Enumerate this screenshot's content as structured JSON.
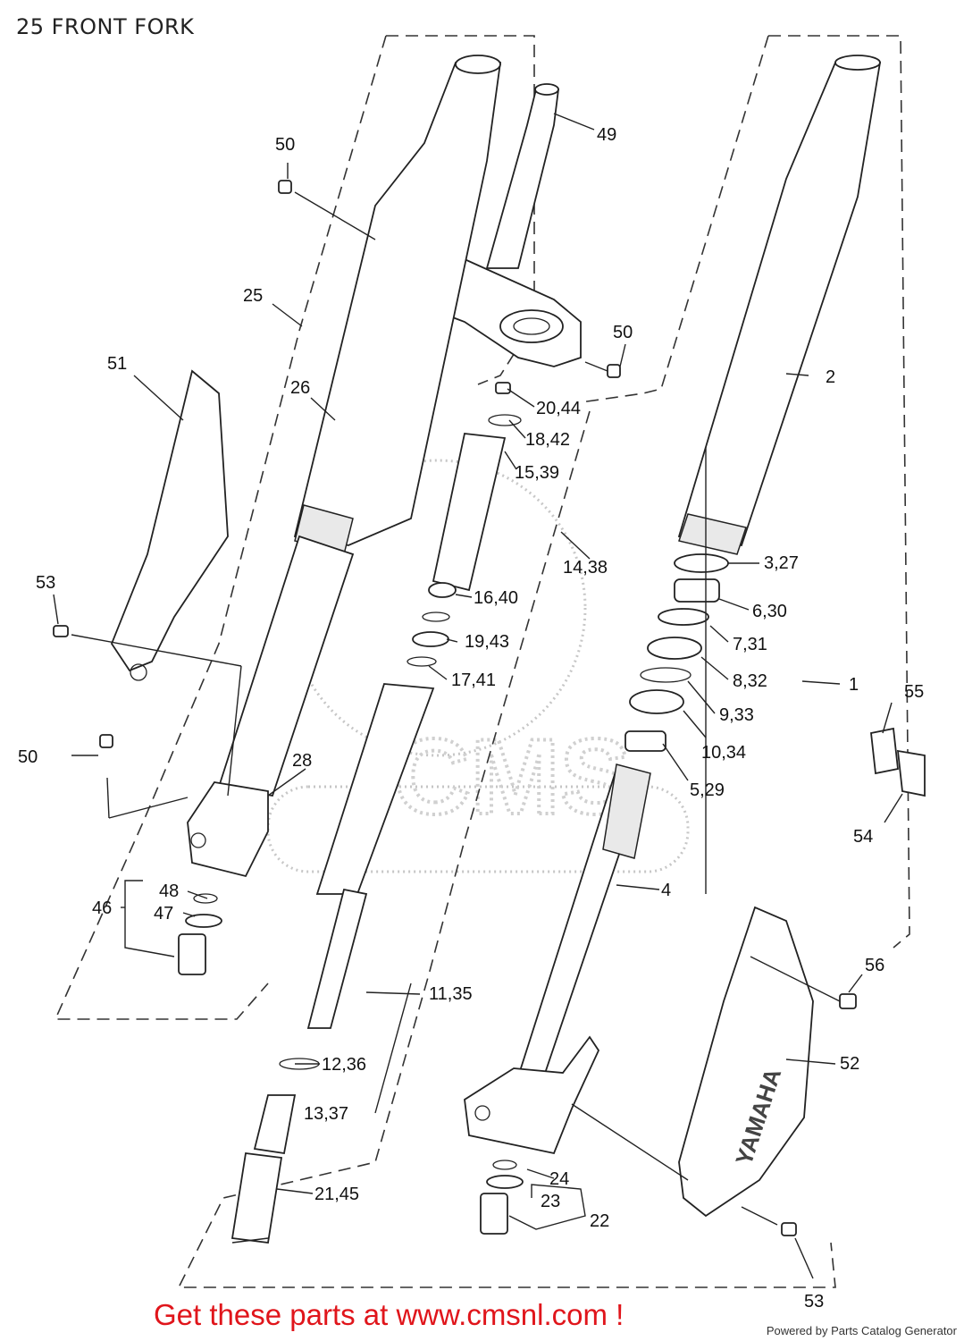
{
  "page": {
    "title": "25 FRONT FORK",
    "promo_text": "Get these parts at www.cmsnl.com !",
    "powered_by": "Powered by Parts Catalog Generator"
  },
  "watermark": {
    "text": "CMS"
  },
  "callouts": [
    {
      "id": "c1",
      "label": "1"
    },
    {
      "id": "c2",
      "label": "2"
    },
    {
      "id": "c3",
      "label": "3,27"
    },
    {
      "id": "c4",
      "label": "4"
    },
    {
      "id": "c5",
      "label": "5,29"
    },
    {
      "id": "c6",
      "label": "6,30"
    },
    {
      "id": "c7",
      "label": "7,31"
    },
    {
      "id": "c8",
      "label": "8,32"
    },
    {
      "id": "c9",
      "label": "9,33"
    },
    {
      "id": "c10",
      "label": "10,34"
    },
    {
      "id": "c11",
      "label": "11,35"
    },
    {
      "id": "c12",
      "label": "12,36"
    },
    {
      "id": "c13",
      "label": "13,37"
    },
    {
      "id": "c14",
      "label": "14,38"
    },
    {
      "id": "c15",
      "label": "15,39"
    },
    {
      "id": "c16",
      "label": "16,40"
    },
    {
      "id": "c17",
      "label": "17,41"
    },
    {
      "id": "c18",
      "label": "18,42"
    },
    {
      "id": "c19",
      "label": "19,43"
    },
    {
      "id": "c20",
      "label": "20,44"
    },
    {
      "id": "c21",
      "label": "21,45"
    },
    {
      "id": "c22",
      "label": "22"
    },
    {
      "id": "c23",
      "label": "23"
    },
    {
      "id": "c24",
      "label": "24"
    },
    {
      "id": "c25",
      "label": "25"
    },
    {
      "id": "c26",
      "label": "26"
    },
    {
      "id": "c28",
      "label": "28"
    },
    {
      "id": "c46",
      "label": "46"
    },
    {
      "id": "c47",
      "label": "47"
    },
    {
      "id": "c48",
      "label": "48"
    },
    {
      "id": "c49",
      "label": "49"
    },
    {
      "id": "c50a",
      "label": "50"
    },
    {
      "id": "c50b",
      "label": "50"
    },
    {
      "id": "c50c",
      "label": "50"
    },
    {
      "id": "c51",
      "label": "51"
    },
    {
      "id": "c52",
      "label": "52"
    },
    {
      "id": "c53a",
      "label": "53"
    },
    {
      "id": "c53b",
      "label": "53"
    },
    {
      "id": "c54",
      "label": "54"
    },
    {
      "id": "c55",
      "label": "55"
    },
    {
      "id": "c56",
      "label": "56"
    }
  ],
  "guard_text": "YAMAHA"
}
